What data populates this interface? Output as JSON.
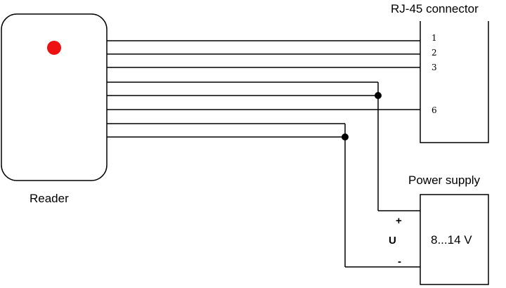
{
  "reader": {
    "label": "Reader",
    "indicator_color": "#ee1111"
  },
  "connector": {
    "title": "RJ-45 connector",
    "pins": [
      "1",
      "2",
      "3",
      "6"
    ]
  },
  "power_supply": {
    "title": "Power supply",
    "voltage": "8...14 V",
    "plus_label": "+",
    "minus_label": "-",
    "u_label": "U"
  },
  "colors": {
    "line": "#000000",
    "background": "#ffffff"
  }
}
